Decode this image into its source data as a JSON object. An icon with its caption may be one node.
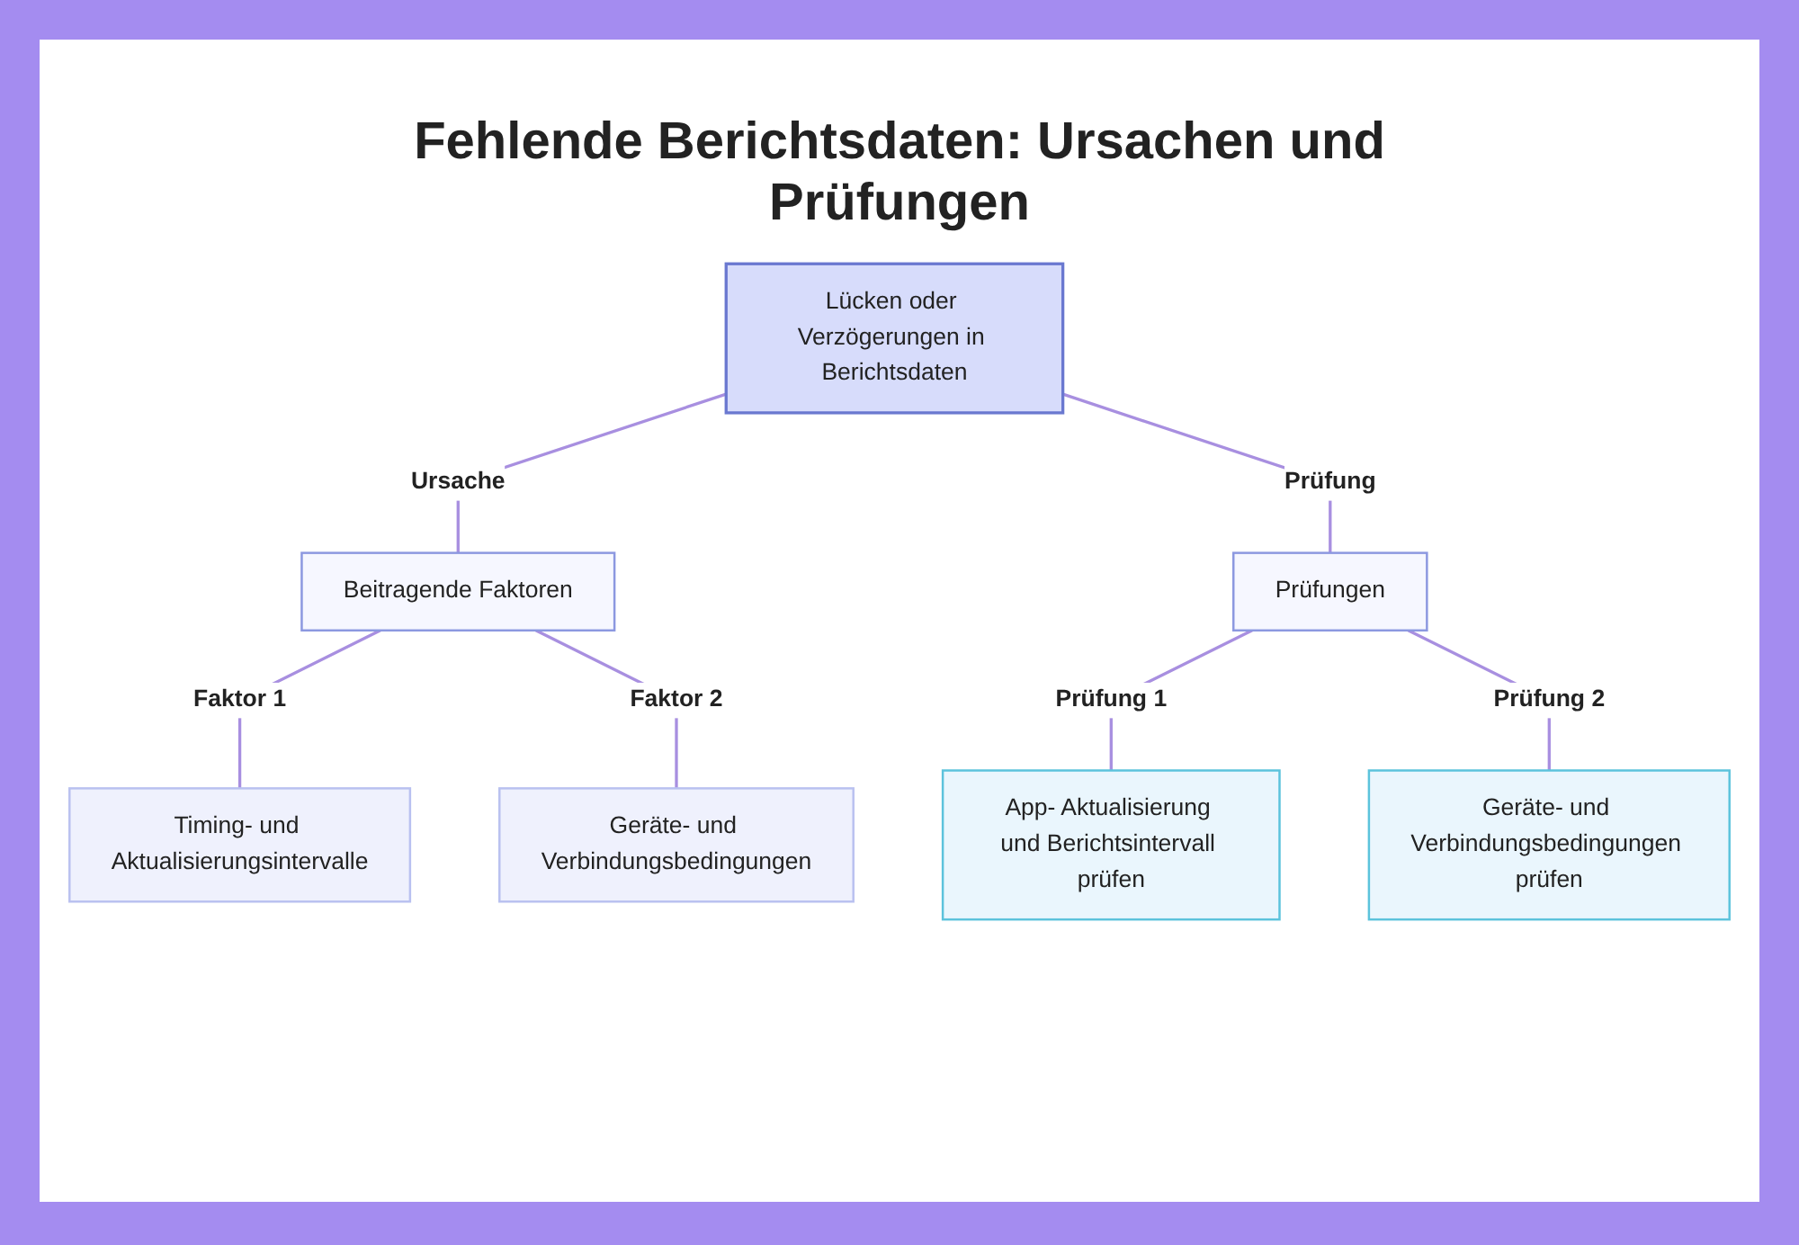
{
  "diagram": {
    "title": "Fehlende Berichtsdaten: Ursachen und Prüfungen",
    "nodes": [
      {
        "text": [
          "Lücken oder Verzögerungen in Berichtsdaten"
        ]
      },
      {
        "text": [
          "Beitragende Faktoren"
        ]
      },
      {
        "text": [
          "Prüfungen"
        ]
      },
      {
        "text": [
          "Timing- und Aktualisierungsintervalle"
        ]
      },
      {
        "text": [
          "Geräte- und Verbindungsbedingungen"
        ]
      },
      {
        "text": [
          "App- Aktualisierung und Berichtsintervall prüfen"
        ]
      },
      {
        "text": [
          "Geräte- und Verbindungsbedingungen prüfen"
        ]
      }
    ],
    "edges": [
      {
        "from": 0,
        "to": 1,
        "arrow": "none",
        "label": "Ursache"
      },
      {
        "from": 0,
        "to": 2,
        "arrow": "none",
        "label": "Prüfung"
      },
      {
        "from": 1,
        "to": 3,
        "arrow": "none",
        "label": "Faktor 1"
      },
      {
        "from": 1,
        "to": 4,
        "arrow": "none",
        "label": "Faktor 2"
      },
      {
        "from": 2,
        "to": 5,
        "arrow": "none",
        "label": "Prüfung 1"
      },
      {
        "from": 2,
        "to": 6,
        "arrow": "none",
        "label": "Prüfung 2"
      }
    ]
  }
}
